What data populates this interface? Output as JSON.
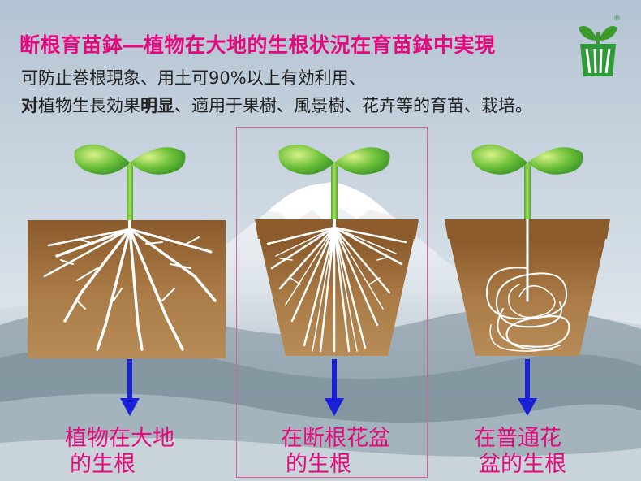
{
  "header": {
    "headline": "断根育苗鉢―植物在大地的生根状況在育苗鉢中実現",
    "line2": "可防止巻根現象、用土可90%以上有効利用、",
    "line3_bold1": "对",
    "line3_a": "植物生長効果",
    "line3_bold2": "明显",
    "line3_b": "、適用于果樹、風景樹、花卉等的育苗、栽培。"
  },
  "panels": [
    {
      "caption_line1": "植物在大地",
      "caption_line2": "的生根"
    },
    {
      "caption_line1": "在断根花盆",
      "caption_line2": "的生根"
    },
    {
      "caption_line1": "在普通花",
      "caption_line2": "盆的生根"
    }
  ],
  "logo": {
    "mark": "®"
  },
  "colors": {
    "headline": "#e4097d",
    "caption": "#e4097d",
    "arrow": "#1a20d6",
    "soil": "#a2713d",
    "leaf": "#55b52c"
  }
}
